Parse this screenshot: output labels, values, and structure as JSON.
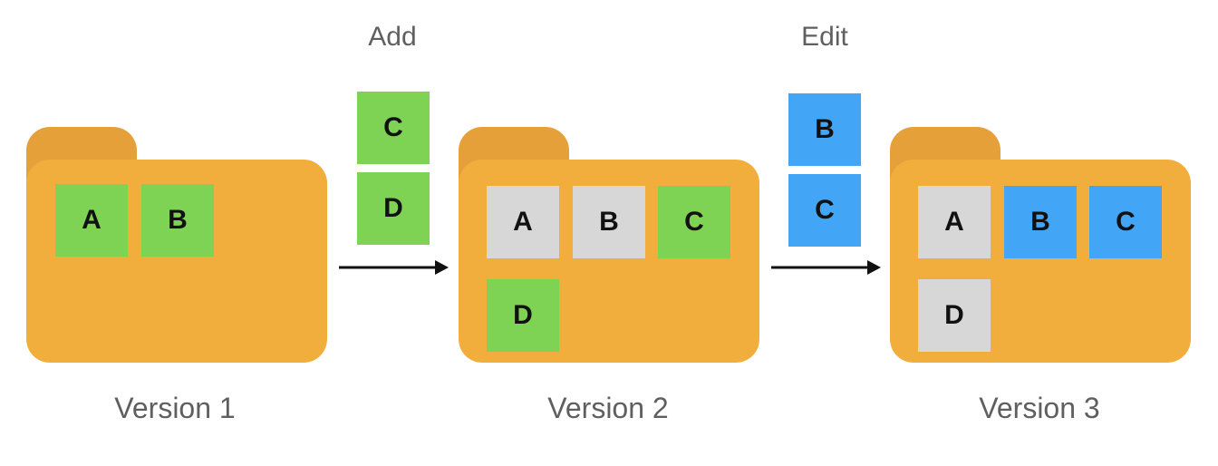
{
  "colors": {
    "folder_body": "#f2ae3d",
    "folder_tab": "#e6a03a",
    "added": "#7ed254",
    "edited": "#42a5f5",
    "unchanged": "#d7d7d7",
    "arrow": "#111111"
  },
  "transitions": [
    {
      "label": "Add",
      "files": [
        "C",
        "D"
      ],
      "state": "added"
    },
    {
      "label": "Edit",
      "files": [
        "B",
        "C"
      ],
      "state": "edited"
    }
  ],
  "versions": [
    {
      "caption": "Version 1",
      "files": [
        {
          "name": "A",
          "state": "added"
        },
        {
          "name": "B",
          "state": "added"
        }
      ]
    },
    {
      "caption": "Version 2",
      "files": [
        {
          "name": "A",
          "state": "unchanged"
        },
        {
          "name": "B",
          "state": "unchanged"
        },
        {
          "name": "C",
          "state": "added"
        },
        {
          "name": "D",
          "state": "added"
        }
      ]
    },
    {
      "caption": "Version 3",
      "files": [
        {
          "name": "A",
          "state": "unchanged"
        },
        {
          "name": "B",
          "state": "edited"
        },
        {
          "name": "C",
          "state": "edited"
        },
        {
          "name": "D",
          "state": "unchanged"
        }
      ]
    }
  ]
}
